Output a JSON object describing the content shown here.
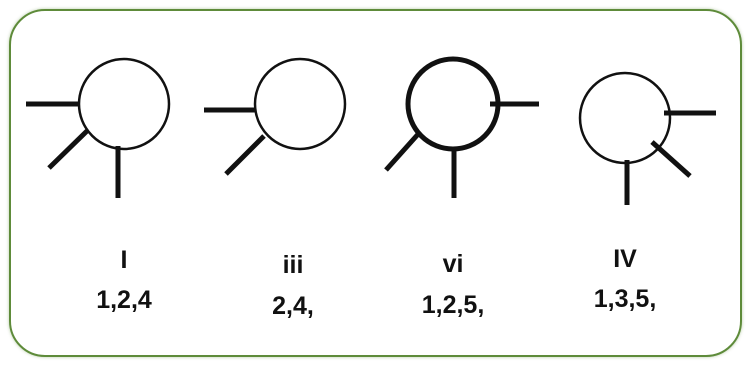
{
  "diagram": {
    "accent_border_color": "#5e8b3a",
    "stroke_color": "#111111",
    "items": [
      {
        "icon": "circle-with-three-ticks",
        "numeral": "I",
        "numbers": "1,2,4"
      },
      {
        "icon": "circle-with-two-ticks",
        "numeral": "iii",
        "numbers": "2,4,"
      },
      {
        "icon": "bold-circle-with-three-ticks",
        "numeral": "vi",
        "numbers": "1,2,5,"
      },
      {
        "icon": "circle-with-three-ticks-right",
        "numeral": "IV",
        "numbers": "1,3,5,"
      }
    ]
  }
}
